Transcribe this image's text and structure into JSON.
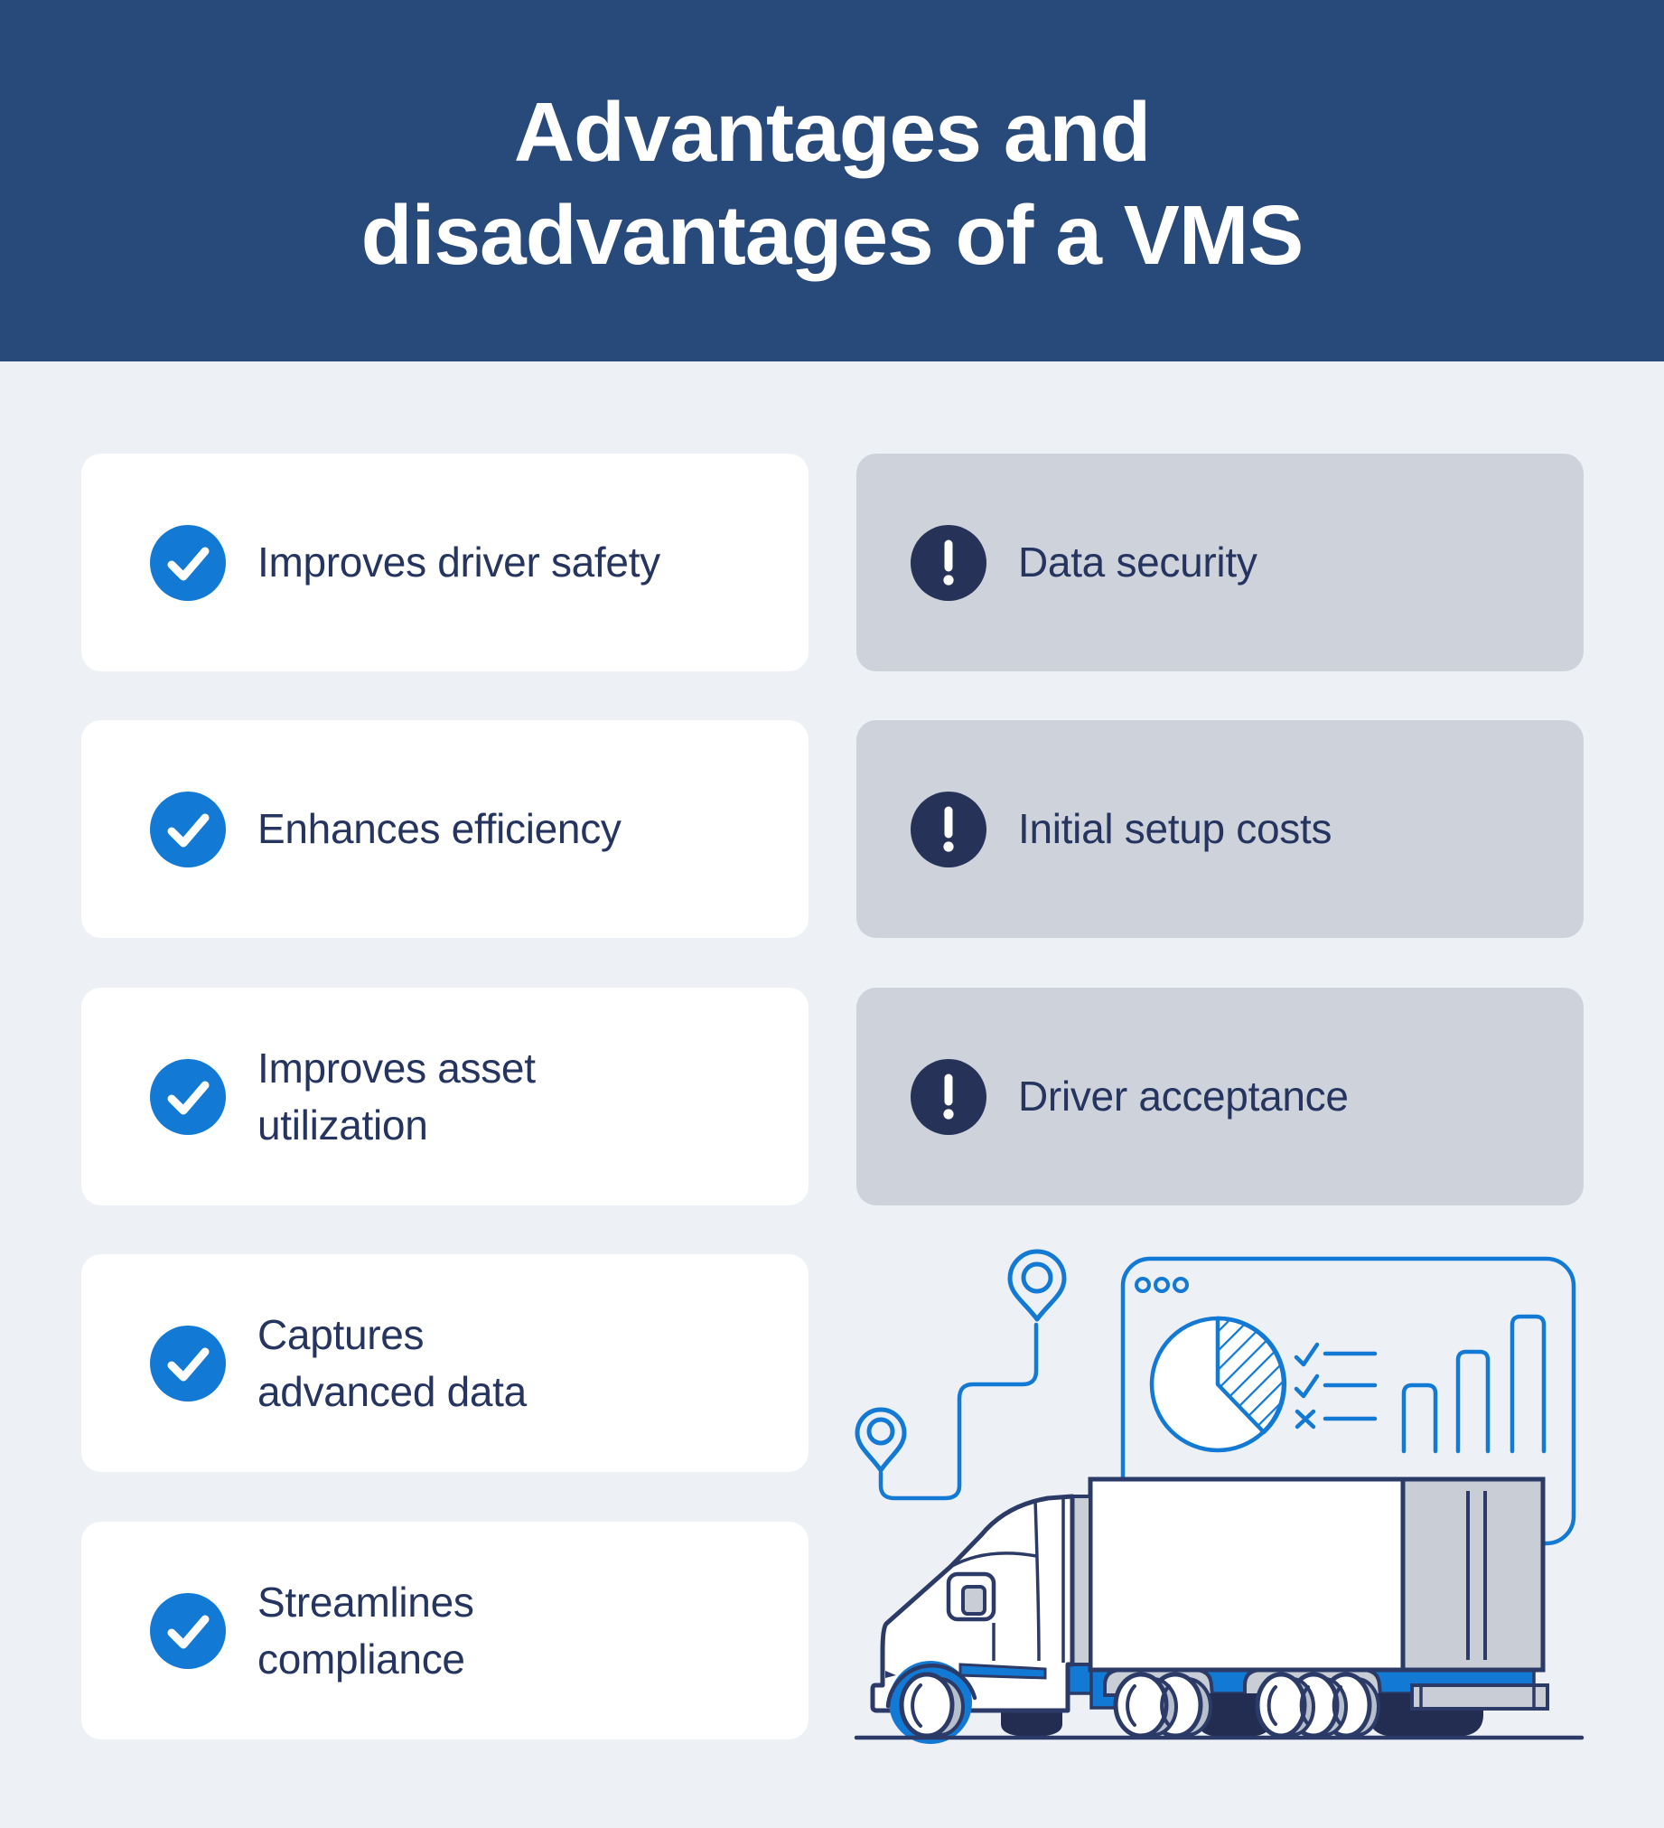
{
  "header": {
    "title_line1": "Advantages and",
    "title_line2": "disadvantages of a VMS"
  },
  "advantages": {
    "icon": "check-icon",
    "items": [
      {
        "label": "Improves driver safety"
      },
      {
        "label": "Enhances efficiency"
      },
      {
        "label": "Improves asset\nutilization"
      },
      {
        "label": "Captures\nadvanced data"
      },
      {
        "label": "Streamlines\ncompliance"
      }
    ]
  },
  "disadvantages": {
    "icon": "exclamation-icon",
    "items": [
      {
        "label": "Data security"
      },
      {
        "label": "Initial setup costs"
      },
      {
        "label": "Driver acceptance"
      }
    ]
  },
  "illustration": {
    "elements": [
      "location-pin",
      "route-line",
      "browser-window",
      "pie-chart",
      "checklist",
      "bar-chart",
      "semi-truck"
    ]
  },
  "colors": {
    "header_bg": "#284a7b",
    "page_bg": "#edf0f5",
    "card_advantage_bg": "#ffffff",
    "card_disadvantage_bg": "#ced3db",
    "accent_blue": "#1279d4",
    "dark_navy_circle": "#263257",
    "text": "#26355f",
    "truck_outline": "#2b3a66",
    "truck_gray": "#c9cdd6",
    "tire_dark": "#232d52"
  }
}
